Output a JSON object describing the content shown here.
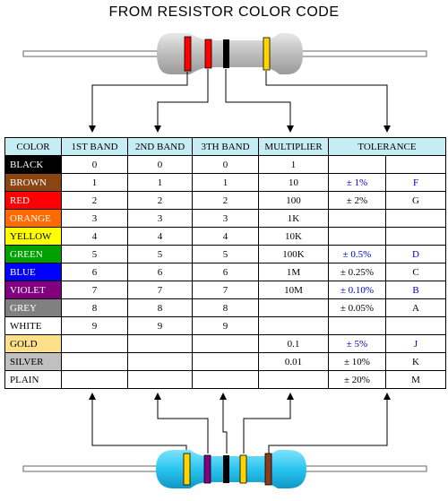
{
  "title": "FROM  RESISTOR COLOR CODE",
  "headers": {
    "color": "COLOR",
    "band1": "1ST BAND",
    "band2": "2ND BAND",
    "band3": "3TH BAND",
    "multiplier": "MULTIPLIER",
    "tolerance": "TOLERANCE"
  },
  "rows": [
    {
      "name": "BLACK",
      "bg": "#000000",
      "fg": "#ffffff",
      "b1": "0",
      "b2": "0",
      "b3": "0",
      "mult": "1",
      "tol": "",
      "letter": ""
    },
    {
      "name": "BROWN",
      "bg": "#8b4513",
      "fg": "#ffffff",
      "b1": "1",
      "b2": "1",
      "b3": "1",
      "mult": "10",
      "tol": "± 1%",
      "letter": "F"
    },
    {
      "name": "RED",
      "bg": "#ff0000",
      "fg": "#ffffff",
      "b1": "2",
      "b2": "2",
      "b3": "2",
      "mult": "100",
      "tol": "± 2%",
      "letter": "G"
    },
    {
      "name": "ORANGE",
      "bg": "#ff6a00",
      "fg": "#ffffff",
      "b1": "3",
      "b2": "3",
      "b3": "3",
      "mult": "1K",
      "tol": "",
      "letter": ""
    },
    {
      "name": "YELLOW",
      "bg": "#ffff00",
      "fg": "#000000",
      "b1": "4",
      "b2": "4",
      "b3": "4",
      "mult": "10K",
      "tol": "",
      "letter": ""
    },
    {
      "name": "GREEN",
      "bg": "#00a000",
      "fg": "#ffffff",
      "b1": "5",
      "b2": "5",
      "b3": "5",
      "mult": "100K",
      "tol": "± 0.5%",
      "letter": "D"
    },
    {
      "name": "BLUE",
      "bg": "#0000ff",
      "fg": "#ffffff",
      "b1": "6",
      "b2": "6",
      "b3": "6",
      "mult": "1M",
      "tol": "± 0.25%",
      "letter": "C"
    },
    {
      "name": "VIOLET",
      "bg": "#800080",
      "fg": "#ffffff",
      "b1": "7",
      "b2": "7",
      "b3": "7",
      "mult": "10M",
      "tol": "± 0.10%",
      "letter": "B"
    },
    {
      "name": "GREY",
      "bg": "#808080",
      "fg": "#ffffff",
      "b1": "8",
      "b2": "8",
      "b3": "8",
      "mult": "",
      "tol": "± 0.05%",
      "letter": "A"
    },
    {
      "name": "WHITE",
      "bg": "#ffffff",
      "fg": "#000000",
      "b1": "9",
      "b2": "9",
      "b3": "9",
      "mult": "",
      "tol": "",
      "letter": ""
    },
    {
      "name": "GOLD",
      "bg": "#ffe08a",
      "fg": "#000000",
      "b1": "",
      "b2": "",
      "b3": "",
      "mult": "0.1",
      "tol": "± 5%",
      "letter": "J"
    },
    {
      "name": "SILVER",
      "bg": "#c0c0c0",
      "fg": "#000000",
      "b1": "",
      "b2": "",
      "b3": "",
      "mult": "0.01",
      "tol": "± 10%",
      "letter": "K"
    },
    {
      "name": "PLAIN",
      "bg": "#ffffff",
      "fg": "#000000",
      "b1": "",
      "b2": "",
      "b3": "",
      "mult": "",
      "tol": "± 20%",
      "letter": "M"
    }
  ],
  "colors": {
    "header_bg": "#c7edf4",
    "tolerance_blue": "#0000cc",
    "resistor_top_body": "#c8c8c8",
    "resistor_bottom_body": "#29c5ef"
  }
}
